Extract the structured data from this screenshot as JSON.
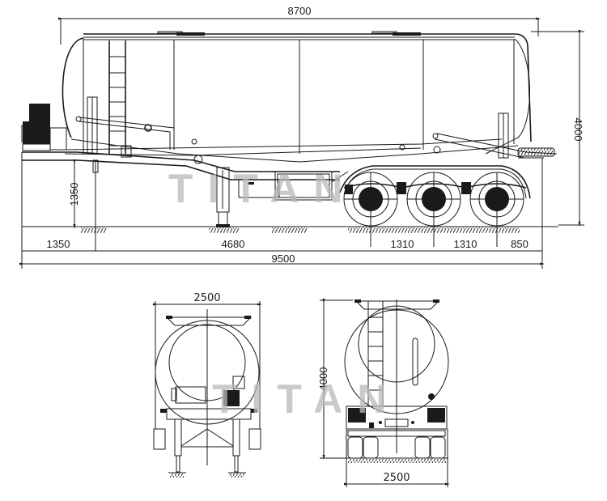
{
  "drawing": {
    "subject": "Bulk cement tanker semi-trailer, tri-axle",
    "watermark": "TITAN",
    "views": [
      "side-view",
      "front-view",
      "rear-view"
    ]
  },
  "side_view": {
    "dimensions": {
      "tank_length": "8700",
      "overall_height": "4000",
      "kingpin_height": "1350",
      "front_overhang": "1350",
      "kingpin_to_axle": "4680",
      "axle_spacing_1": "1310",
      "axle_spacing_2": "1310",
      "rear_overhang": "850",
      "overall_length": "9500"
    },
    "axle_count": 3
  },
  "front_view": {
    "dimensions": {
      "width": "2500"
    }
  },
  "rear_view": {
    "dimensions": {
      "height": "4000",
      "width": "2500"
    }
  }
}
